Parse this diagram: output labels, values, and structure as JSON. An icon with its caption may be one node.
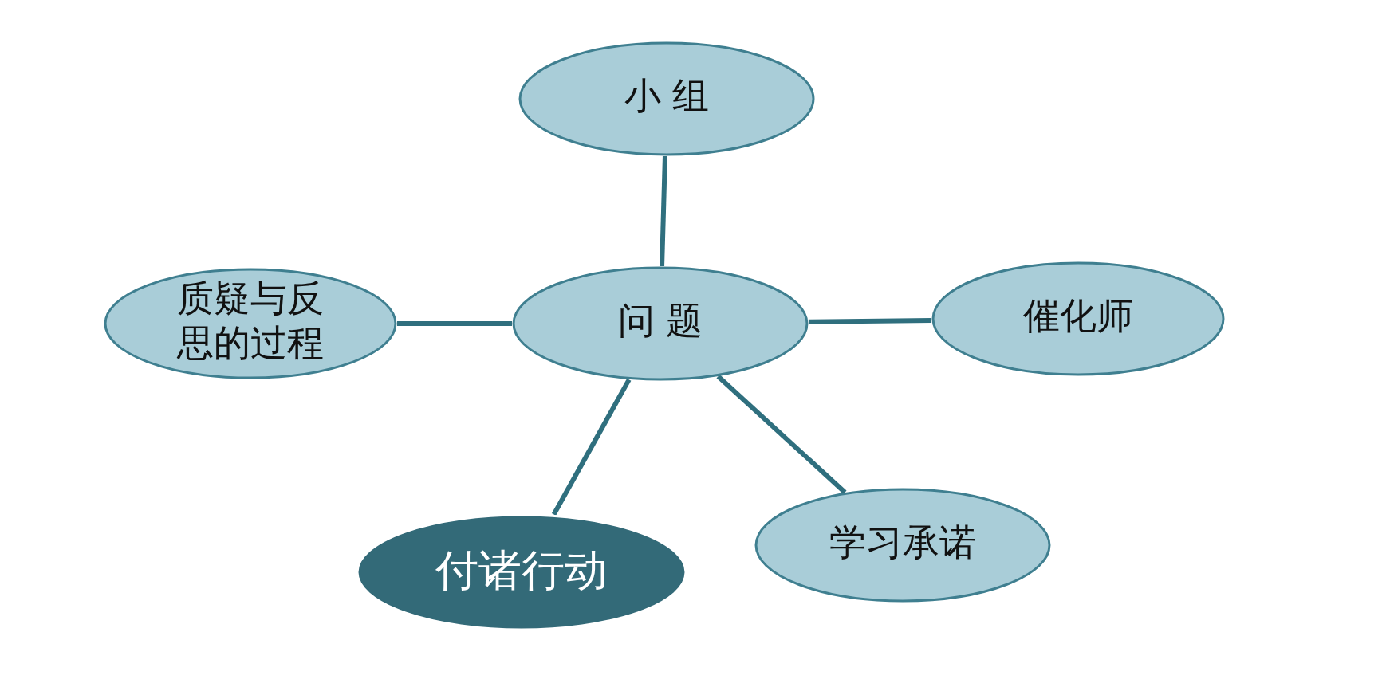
{
  "diagram": {
    "nodes": [
      {
        "text": [
          "问 题"
        ]
      },
      {
        "text": [
          "小 组"
        ]
      },
      {
        "text": [
          "质疑与反思的过程"
        ]
      },
      {
        "text": [
          "催化师"
        ]
      },
      {
        "text": [
          "付诸行动"
        ]
      },
      {
        "text": [
          "学习承诺"
        ]
      }
    ],
    "edges": [
      {
        "from": 0,
        "to": 1,
        "arrow": "none"
      },
      {
        "from": 0,
        "to": 2,
        "arrow": "none"
      },
      {
        "from": 0,
        "to": 3,
        "arrow": "none"
      },
      {
        "from": 0,
        "to": 4,
        "arrow": "none"
      },
      {
        "from": 0,
        "to": 5,
        "arrow": "none"
      }
    ]
  }
}
